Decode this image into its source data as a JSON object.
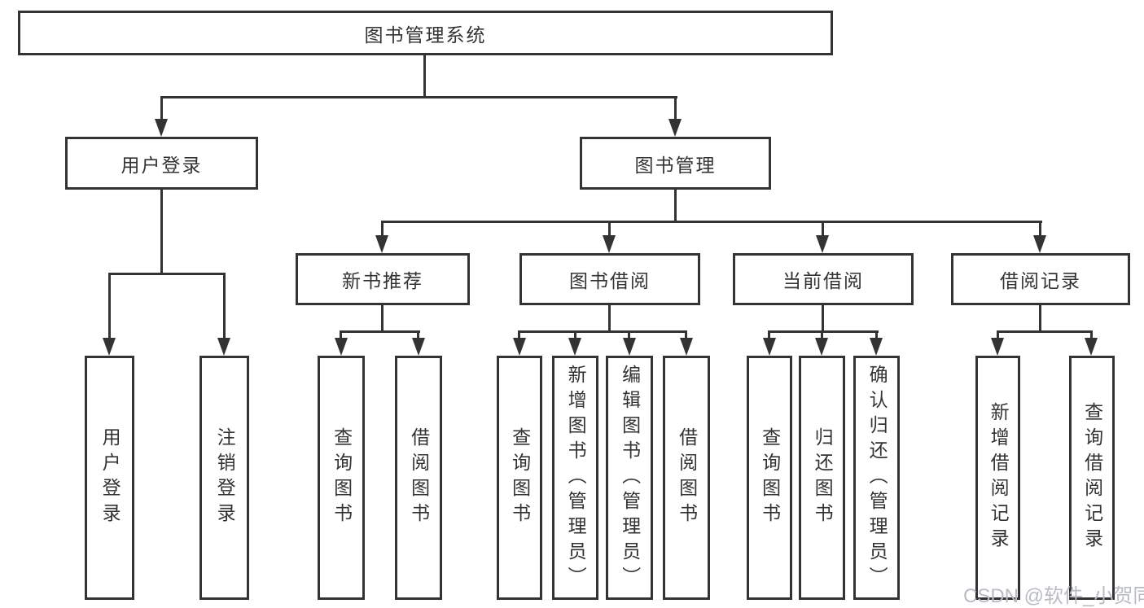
{
  "diagram": {
    "background": "#ffffff",
    "line_color": "#333333",
    "text_color": "#333333",
    "watermark": {
      "text": "CSDN @软件_小贺同学",
      "color": "#b8bcc2"
    },
    "tree": {
      "label": "图书管理系统",
      "children": [
        {
          "label": "用户登录",
          "children": [
            {
              "label": "用户登录"
            },
            {
              "label": "注销登录"
            }
          ]
        },
        {
          "label": "图书管理",
          "children": [
            {
              "label": "新书推荐",
              "children": [
                {
                  "label": "查询图书"
                },
                {
                  "label": "借阅图书"
                }
              ]
            },
            {
              "label": "图书借阅",
              "children": [
                {
                  "label": "查询图书"
                },
                {
                  "label": "新增图书（管理员）"
                },
                {
                  "label": "编辑图书（管理员）"
                },
                {
                  "label": "借阅图书"
                }
              ]
            },
            {
              "label": "当前借阅",
              "children": [
                {
                  "label": "查询图书"
                },
                {
                  "label": "归还图书"
                },
                {
                  "label": "确认归还（管理员）"
                }
              ]
            },
            {
              "label": "借阅记录",
              "children": [
                {
                  "label": "新增借阅记录"
                },
                {
                  "label": "查询借阅记录"
                }
              ]
            }
          ]
        }
      ]
    }
  }
}
